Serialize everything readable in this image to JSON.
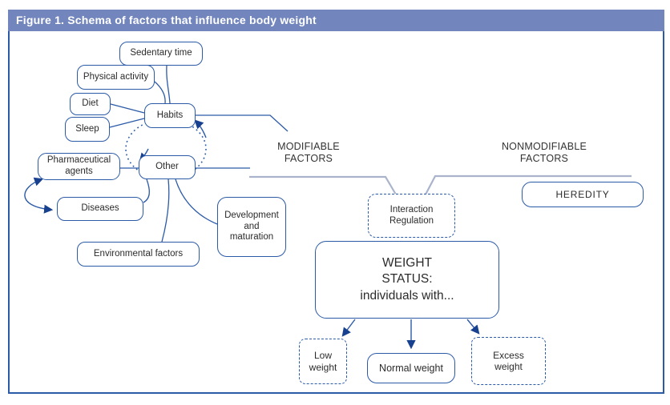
{
  "header": {
    "title": "Figure 1. Schema of factors that influence body weight"
  },
  "labels": {
    "modifiable": "MODIFIABLE\nFACTORS",
    "nonmodifiable": "NONMODIFIABLE\nFACTORS"
  },
  "nodes": {
    "sedentary_time": "Sedentary time",
    "physical_activity": "Physical activity",
    "diet": "Diet",
    "sleep": "Sleep",
    "habits": "Habits",
    "pharmaceutical_agents": "Pharmaceutical\nagents",
    "other": "Other",
    "diseases": "Diseases",
    "environmental_factors": "Environmental factors",
    "development_maturation": "Development\nand\nmaturation",
    "heredity": "HEREDITY",
    "interaction_regulation": "Interaction\nRegulation",
    "weight_status": "WEIGHT\nSTATUS:\nindividuals with...",
    "low_weight": "Low\nweight",
    "normal_weight": "Normal weight",
    "excess_weight": "Excess\nweight"
  },
  "colors": {
    "header_bg": "#7285bc",
    "border_blue": "#2b5aa7",
    "line_blue": "#2b5aa7",
    "arrow_blue": "#17418f",
    "funnel_gray": "#a9b4cc",
    "text_dark": "#2b2b2b",
    "title_white": "#ffffff"
  }
}
